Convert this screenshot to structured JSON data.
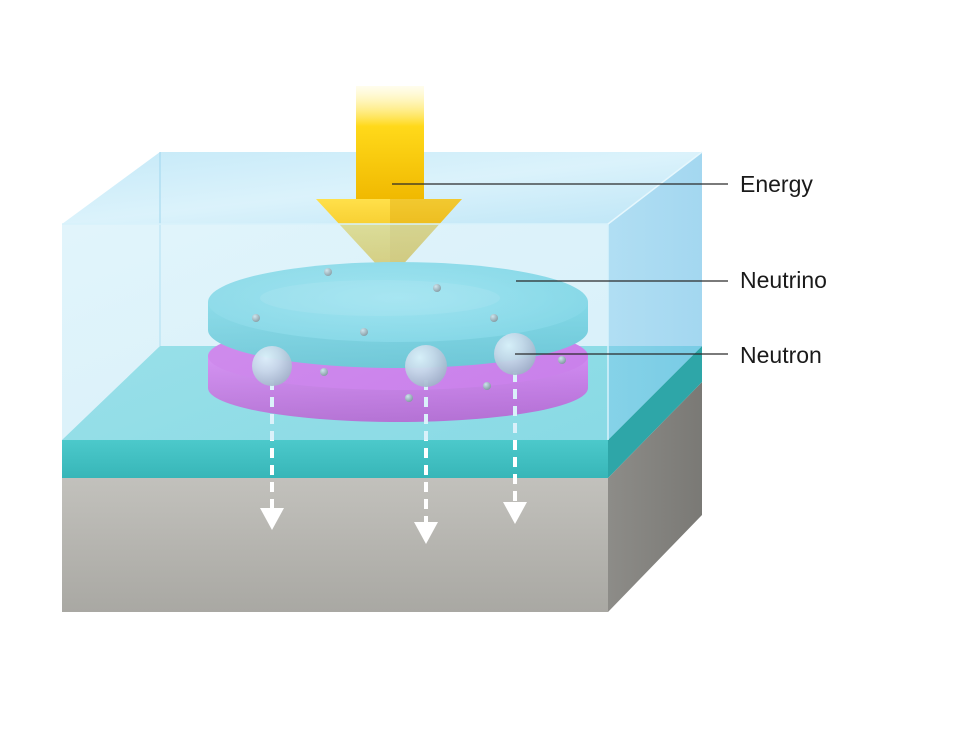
{
  "labels": {
    "energy": "Energy",
    "neutrino": "Neutrino",
    "neutron": "Neutron"
  },
  "colors": {
    "energy_arrow": "#f5c400",
    "neutrino_disc": "#5fd3df",
    "neutron_disc": "#d81ad8",
    "glass_block": "#bfe6f7",
    "teal_layer": "#3fc2c4",
    "base_block": "#b3b2ad",
    "leader_line": "#2a2a2a"
  },
  "icons": [
    "energy-arrow",
    "neutron-sphere",
    "dashed-down-arrow"
  ]
}
